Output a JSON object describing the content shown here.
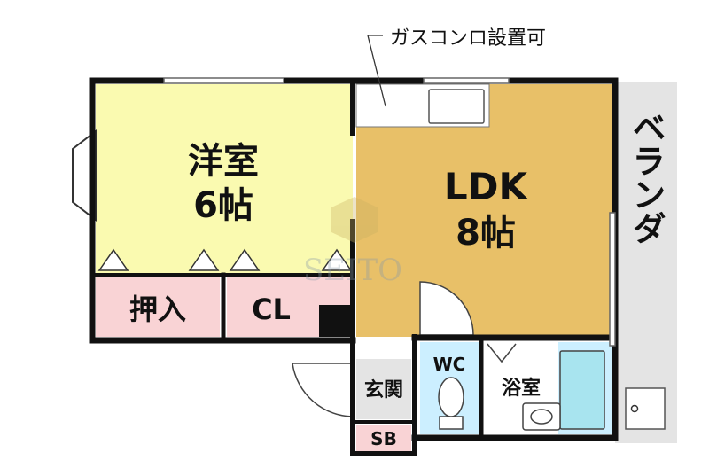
{
  "annotation": {
    "gas_stove": "ガスコンロ設置可"
  },
  "rooms": {
    "western": {
      "name": "洋室",
      "size": "6帖"
    },
    "ldk": {
      "name": "LDK",
      "size": "8帖"
    },
    "oshiire": {
      "name": "押入"
    },
    "closet": {
      "name": "CL"
    },
    "genkan": {
      "name": "玄関"
    },
    "wc": {
      "name": "WC"
    },
    "bath": {
      "name": "浴室"
    },
    "shoebox": {
      "name": "SB"
    },
    "veranda": {
      "name": "ベランダ"
    }
  },
  "watermark": {
    "text": "SEITO"
  },
  "colors": {
    "western": "#fafab0",
    "ldk": "#e8c068",
    "storage": "#f9d3d5",
    "wet": "#ccefff",
    "veranda": "#e4e4e4",
    "genkan": "#e4e4e4",
    "wall": "#111111"
  }
}
